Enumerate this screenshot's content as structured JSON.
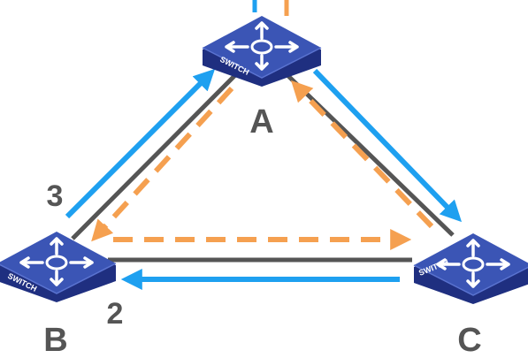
{
  "colors": {
    "background": "#ffffff",
    "link_line": "#555555",
    "blue_arrow": "#1ea0f0",
    "orange_dashed_arrow": "#f5a050",
    "label_text": "#555555",
    "switch_top": "#3b55b5",
    "switch_side": "#1f2f80",
    "switch_glyph": "#ffffff"
  },
  "switches": [
    {
      "id": "A",
      "label": "A",
      "badge": "SWITCH"
    },
    {
      "id": "B",
      "label": "B",
      "badge": "SWITCH"
    },
    {
      "id": "C",
      "label": "C",
      "badge": "SWITCH"
    }
  ],
  "port_labels": {
    "b_to_a": "3",
    "c_to_b": "2"
  },
  "links": [
    {
      "from": "B",
      "to": "A",
      "style": "solid"
    },
    {
      "from": "A",
      "to": "C",
      "style": "solid"
    },
    {
      "from": "B",
      "to": "C",
      "style": "solid"
    }
  ],
  "arrows": [
    {
      "from": "B",
      "to": "A",
      "color": "blue",
      "style": "solid"
    },
    {
      "from": "A",
      "to": "C",
      "color": "blue",
      "style": "solid"
    },
    {
      "from": "C",
      "to": "B",
      "color": "blue",
      "style": "solid"
    },
    {
      "from": "A",
      "to": "B",
      "color": "orange",
      "style": "dashed"
    },
    {
      "from": "C",
      "to": "A",
      "color": "orange",
      "style": "dashed"
    },
    {
      "from": "B",
      "to": "C",
      "color": "orange",
      "style": "dashed"
    }
  ]
}
